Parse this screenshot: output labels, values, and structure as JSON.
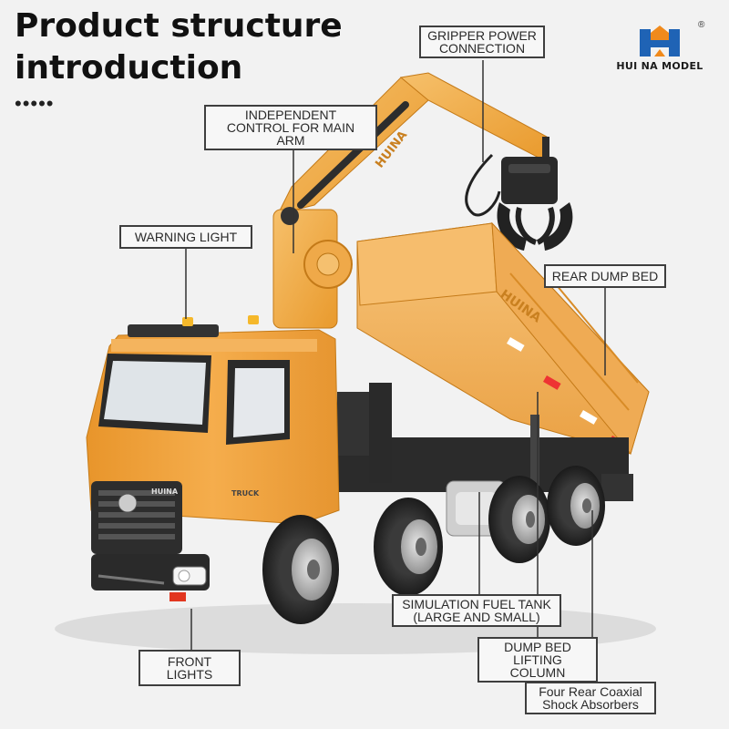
{
  "title": {
    "line1": "Product structure",
    "line2": "introduction",
    "dots": "•••••"
  },
  "logo": {
    "brand": "HUI NA MODEL",
    "reg": "®",
    "icon": "huina-h-logo",
    "colors": {
      "blue": "#1f63b5",
      "orange": "#f08a1c"
    }
  },
  "labels": {
    "gripper": [
      "GRIPPER POWER",
      "CONNECTION"
    ],
    "main_arm": [
      "INDEPENDENT",
      "CONTROL FOR MAIN ARM"
    ],
    "warning_light": [
      "WARNING LIGHT"
    ],
    "dump_bed": [
      "REAR DUMP BED"
    ],
    "fuel_tank": [
      "SIMULATION FUEL TANK",
      "(LARGE AND SMALL)"
    ],
    "front_lights": [
      "FRONT LIGHTS"
    ],
    "lifting_column": [
      "DUMP BED",
      "LIFTING COLUMN"
    ],
    "shock_absorbers": [
      "Four Rear Coaxial",
      "Shock Absorbers"
    ]
  },
  "truck_decals": {
    "arm_text": "HUINA",
    "bed_text": "HUINA",
    "grille_text": "HUINA",
    "door_text": "TRUCK"
  },
  "colors": {
    "truck_orange": "#f2a43a",
    "bed_orange": "#f3b256",
    "dark": "#2b2b2b",
    "label_border": "#3e3e3e"
  }
}
